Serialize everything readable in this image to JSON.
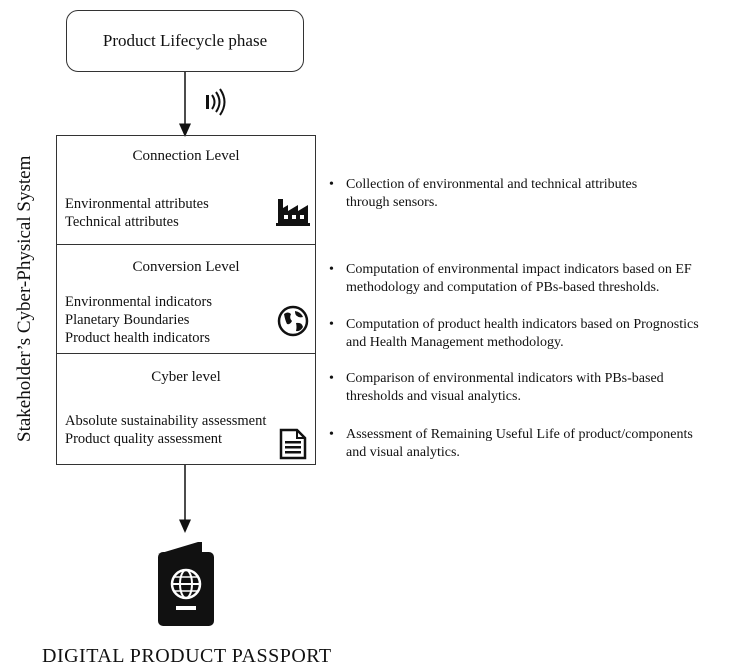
{
  "top_box": {
    "label": "Product Lifecycle phase"
  },
  "side_title": "Stakeholder’s Cyber-Physical System",
  "levels": [
    {
      "title": "Connection Level",
      "attributes": [
        "Environmental attributes",
        "Technical attributes"
      ],
      "icon": "factory-icon"
    },
    {
      "title": "Conversion Level",
      "attributes": [
        "Environmental indicators",
        "Planetary Boundaries",
        "Product health indicators"
      ],
      "icon": "globe-icon"
    },
    {
      "title": "Cyber level",
      "attributes": [
        "Absolute sustainability assessment",
        "Product quality assessment"
      ],
      "icon": "document-icon"
    }
  ],
  "bullets": [
    {
      "line1": "Collection of environmental and technical attributes",
      "line2": "through sensors."
    },
    {
      "line1": "Computation of environmental impact indicators based on EF",
      "line2": "methodology and computation of PBs-based thresholds."
    },
    {
      "line1": "Computation of product health indicators based on Prognostics",
      "line2": "and Health Management methodology."
    },
    {
      "line1": "Comparison of environmental indicators with PBs-based",
      "line2": "thresholds and visual analytics."
    },
    {
      "line1": "Assessment of Remaining Useful Life of product/components",
      "line2": "and visual analytics."
    }
  ],
  "bottom_label": "DIGITAL PRODUCT PASSPORT",
  "icons": {
    "signal": "wireless-signal-icon",
    "passport": "passport-icon"
  },
  "colors": {
    "line": "#333333",
    "icon": "#111111"
  }
}
